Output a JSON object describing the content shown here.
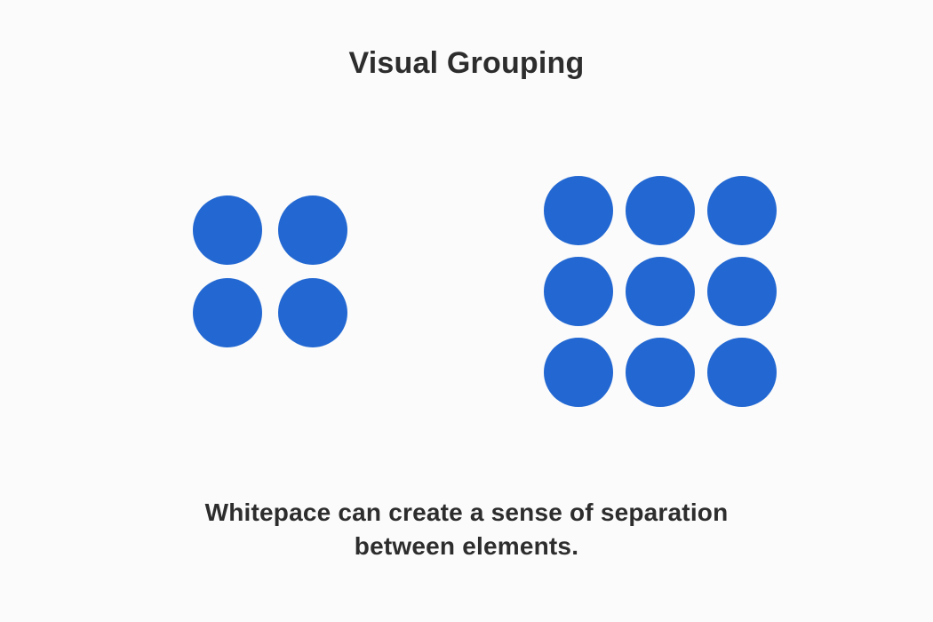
{
  "title": "Visual Grouping",
  "caption": {
    "line1": "Whitepace can create a sense of separation",
    "line2": "between elements."
  },
  "colors": {
    "background": "#fbfbfb",
    "dot_blue": "#2368d2",
    "text": "#2d2d2d"
  },
  "groups": [
    {
      "id": "group-2x2",
      "rows": 2,
      "cols": 2,
      "dots": 4
    },
    {
      "id": "group-3x3",
      "rows": 3,
      "cols": 3,
      "dots": 9
    }
  ]
}
